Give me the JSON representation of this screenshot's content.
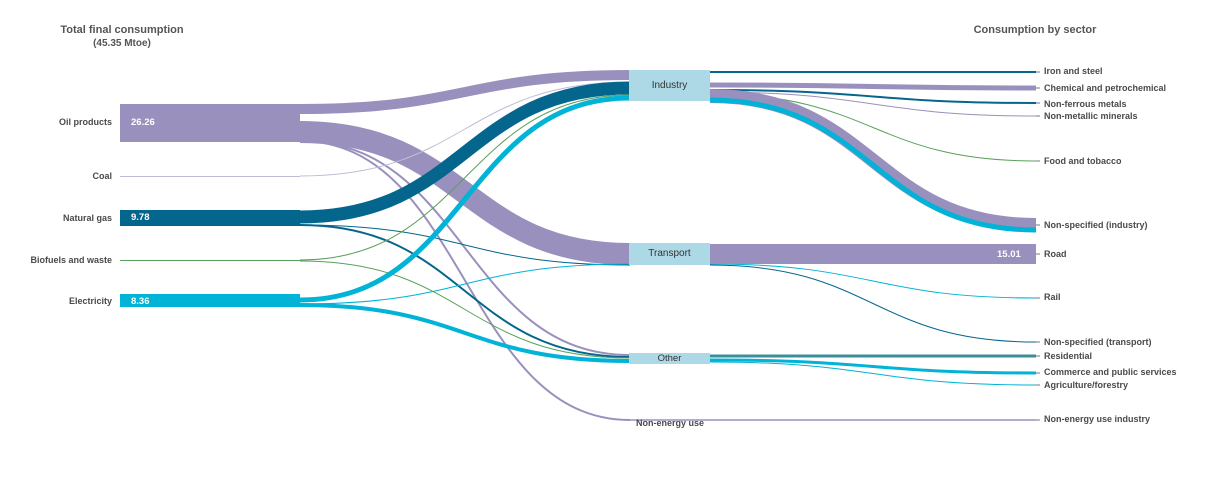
{
  "headers": {
    "left_title": "Total final consumption",
    "left_subtitle": "(45.35 Mtoe)",
    "right_title": "Consumption by sector"
  },
  "sources": [
    {
      "name": "Oil products",
      "value": "26.26",
      "color": "#9a90bd"
    },
    {
      "name": "Coal",
      "value": "",
      "color": "#c0bcd6"
    },
    {
      "name": "Natural gas",
      "value": "9.78",
      "color": "#05668d"
    },
    {
      "name": "Biofuels and waste",
      "value": "",
      "color": "#5aa05a"
    },
    {
      "name": "Electricity",
      "value": "8.36",
      "color": "#00b3d7"
    }
  ],
  "hubs": [
    {
      "name": "Industry"
    },
    {
      "name": "Transport"
    },
    {
      "name": "Other"
    },
    {
      "name": "Non-energy use"
    }
  ],
  "sectors": [
    {
      "name": "Iron and steel",
      "value": ""
    },
    {
      "name": "Chemical and petrochemical",
      "value": ""
    },
    {
      "name": "Non-ferrous metals",
      "value": ""
    },
    {
      "name": "Non-metallic minerals",
      "value": ""
    },
    {
      "name": "Food and tobacco",
      "value": ""
    },
    {
      "name": "Non-specified (industry)",
      "value": ""
    },
    {
      "name": "Road",
      "value": "15.01"
    },
    {
      "name": "Rail",
      "value": ""
    },
    {
      "name": "Non-specified (transport)",
      "value": ""
    },
    {
      "name": "Residential",
      "value": ""
    },
    {
      "name": "Commerce and public services",
      "value": ""
    },
    {
      "name": "Agriculture/forestry",
      "value": ""
    },
    {
      "name": "Non-energy use industry",
      "value": ""
    }
  ]
}
